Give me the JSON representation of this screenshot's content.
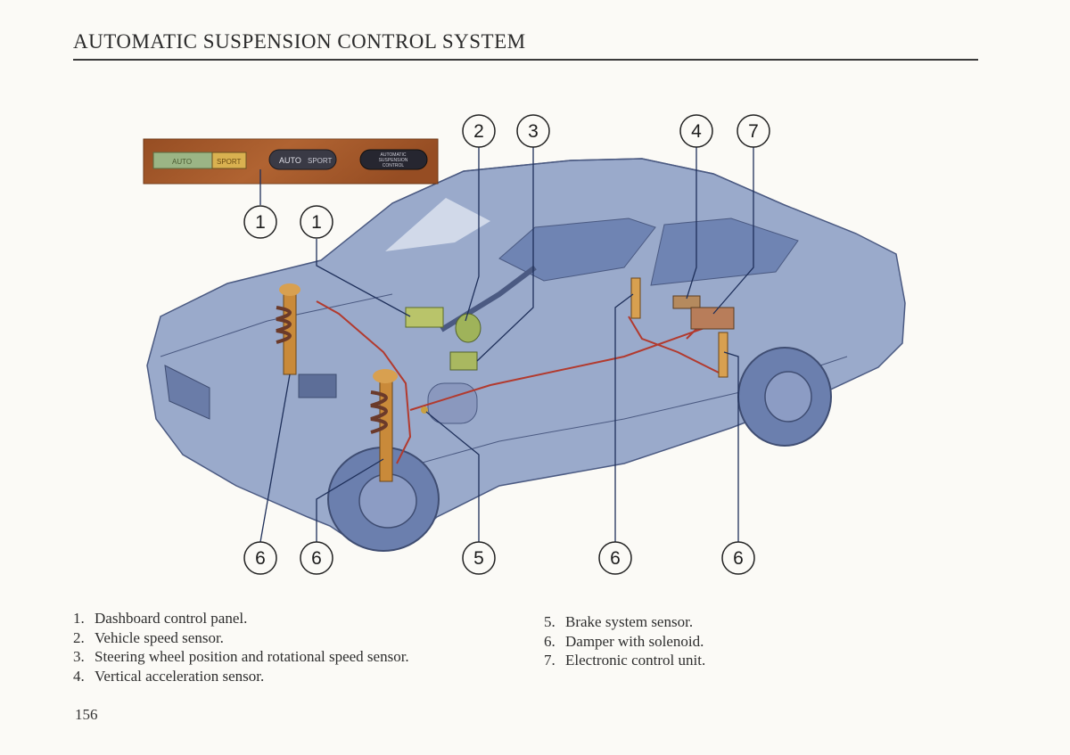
{
  "page": {
    "title": "AUTOMATIC SUSPENSION CONTROL SYSTEM",
    "page_number": "156"
  },
  "control_panel": {
    "auto_label": "AUTO",
    "sport_label": "SPORT",
    "switch_auto": "AUTO",
    "switch_sport": "SPORT",
    "indicator_line1": "AUTOMATIC",
    "indicator_line2": "SUSPENSION",
    "indicator_line3": "CONTROL"
  },
  "callouts": {
    "c1a": "1",
    "c1b": "1",
    "c2": "2",
    "c3": "3",
    "c4": "4",
    "c7": "7",
    "c6a": "6",
    "c6b": "6",
    "c5": "5",
    "c6c": "6",
    "c6d": "6"
  },
  "legend_left": [
    {
      "num": "1.",
      "text": "Dashboard control panel."
    },
    {
      "num": "2.",
      "text": "Vehicle speed sensor."
    },
    {
      "num": "3.",
      "text": "Steering wheel position and rotational speed sensor."
    },
    {
      "num": "4.",
      "text": "Vertical acceleration sensor."
    }
  ],
  "legend_right": [
    {
      "num": "5.",
      "text": "Brake system sensor."
    },
    {
      "num": "6.",
      "text": "Damper with solenoid."
    },
    {
      "num": "7.",
      "text": "Electronic control unit."
    }
  ],
  "colors": {
    "car_body": "#7f93bf",
    "car_outline": "#4b5a82",
    "wiring": "#b23a2e",
    "spring": "#c98a3a",
    "panel_wood": "#a5572a"
  }
}
